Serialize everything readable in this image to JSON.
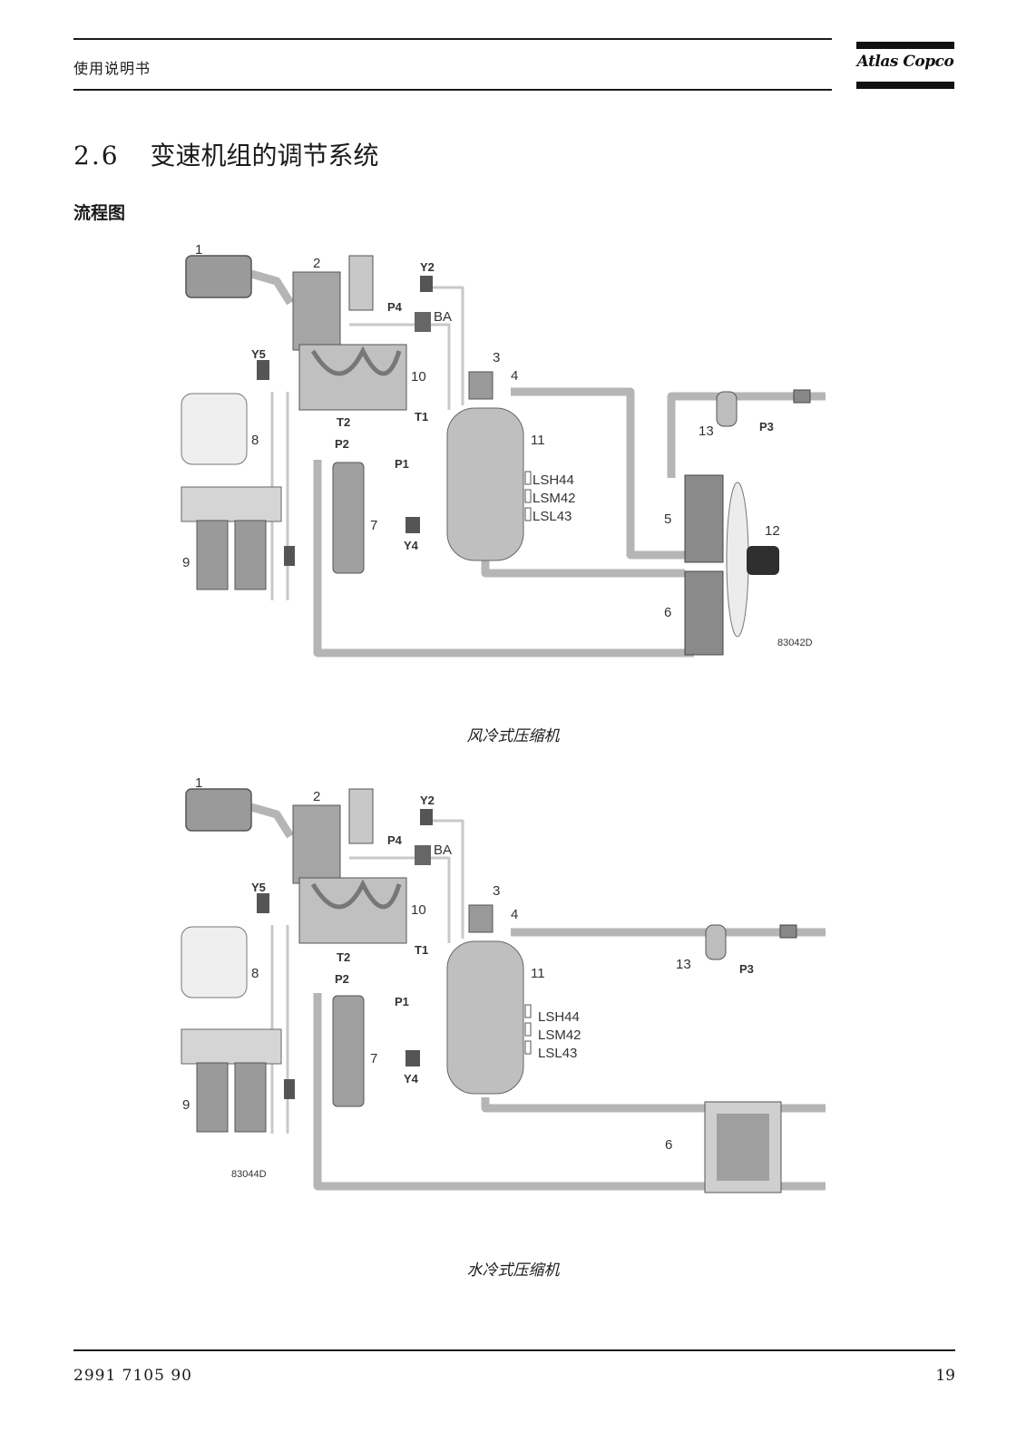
{
  "header": {
    "title": "使用说明书",
    "logo_text": "Atlas Copco"
  },
  "section": {
    "number": "2.6",
    "title": "变速机组的调节系统"
  },
  "subheading": "流程图",
  "figures": [
    {
      "caption": "风冷式压缩机",
      "code": "83042D",
      "labels": [
        "1",
        "2",
        "3",
        "4",
        "5",
        "6",
        "7",
        "8",
        "9",
        "10",
        "11",
        "12",
        "13",
        "Y2",
        "Y4",
        "Y5",
        "P1",
        "P2",
        "P3",
        "P4",
        "T1",
        "T2",
        "BA",
        "LSH44",
        "LSM42",
        "LSL43"
      ]
    },
    {
      "caption": "水冷式压缩机",
      "code": "83044D",
      "labels": [
        "1",
        "2",
        "3",
        "4",
        "6",
        "7",
        "8",
        "9",
        "10",
        "11",
        "13",
        "Y2",
        "Y4",
        "Y5",
        "P1",
        "P2",
        "P3",
        "P4",
        "T1",
        "T2",
        "BA",
        "LSH44",
        "LSM42",
        "LSL43"
      ]
    }
  ],
  "footer": {
    "doc_number": "2991 7105 90",
    "page_number": "19"
  },
  "colors": {
    "pipe": "#b5b5b5",
    "component": "#8a8a8a",
    "text": "#1a1a1a"
  }
}
